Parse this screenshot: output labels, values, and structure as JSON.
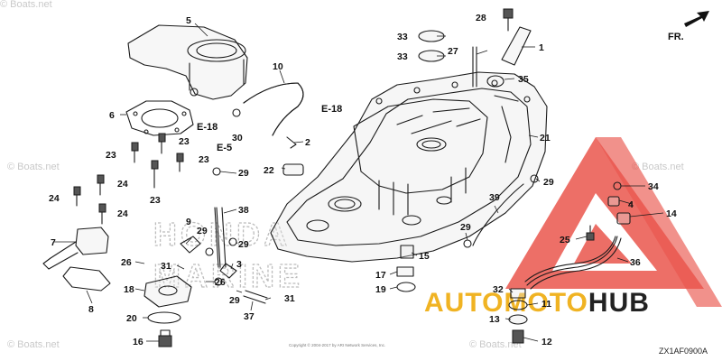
{
  "diagram": {
    "figure_code": "ZX1AF0900A",
    "direction_label": "FR.",
    "copyright": "Copyright © 2004-2017 by ARI Network Services, Inc.",
    "watermark_top": "© Boats.net",
    "watermark_left": "© Boats.net",
    "watermark_right": "© Boats.net",
    "watermark_bottom_left": "© Boats.net",
    "watermark_bottom_right": "© Boats.net",
    "ghost_word_1": "HONDA",
    "ghost_word_2": "MARINE",
    "refs": {
      "e18_a": "E-18",
      "e18_b": "E-18",
      "e5": "E-5"
    },
    "callouts": {
      "c1": "1",
      "c2": "2",
      "c3": "3",
      "c4": "4",
      "c5": "5",
      "c6": "6",
      "c7": "7",
      "c8": "8",
      "c9": "9",
      "c10": "10",
      "c11": "11",
      "c12": "12",
      "c13": "13",
      "c14": "14",
      "c15": "15",
      "c16": "16",
      "c17": "17",
      "c18": "18",
      "c19": "19",
      "c20": "20",
      "c21": "21",
      "c22": "22",
      "c23a": "23",
      "c23b": "23",
      "c23c": "23",
      "c23d": "23",
      "c24a": "24",
      "c24b": "24",
      "c24c": "24",
      "c25": "25",
      "c26a": "26",
      "c26b": "26",
      "c27": "27",
      "c28": "28",
      "c29a": "29",
      "c29b": "29",
      "c29c": "29",
      "c29d": "29",
      "c29e": "29",
      "c29f": "29",
      "c30": "30",
      "c31a": "31",
      "c31b": "31",
      "c32": "32",
      "c33a": "33",
      "c33b": "33",
      "c34": "34",
      "c35": "35",
      "c36": "36",
      "c37": "37",
      "c38": "38",
      "c39": "39"
    }
  },
  "brand": {
    "word_left": "AUTOMOTO",
    "word_right": "HUB",
    "accent": "#e8463d",
    "accent_text": "#f0b323"
  }
}
